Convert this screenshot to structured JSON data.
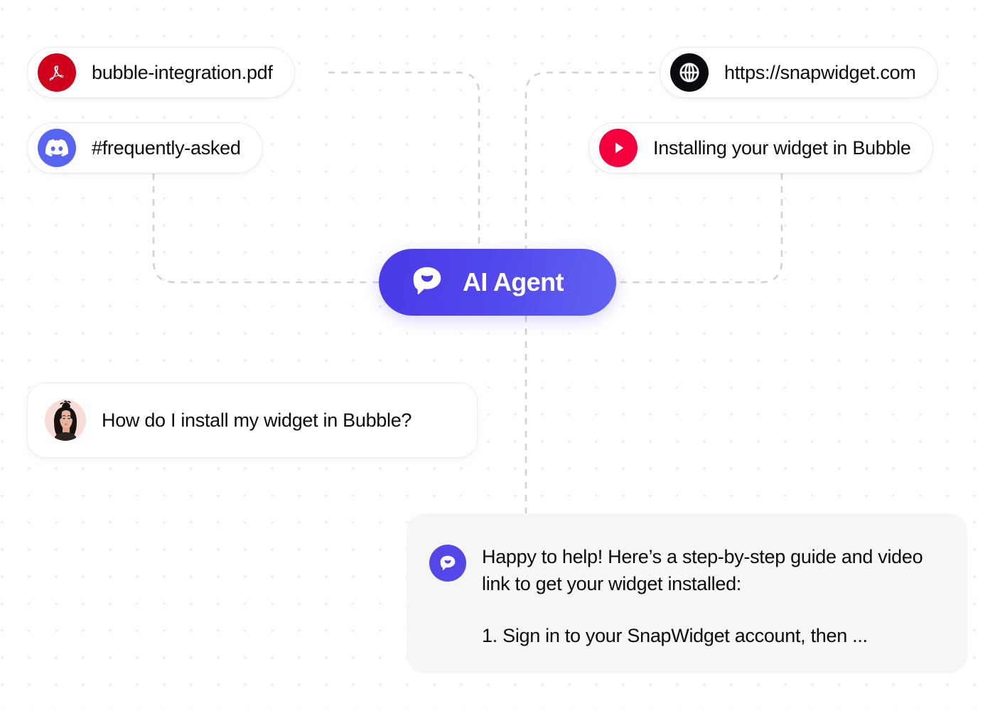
{
  "canvas": {
    "background": "#FFFFFF",
    "dot_color": "#EFEFF1",
    "connector_color": "#D3D3D6"
  },
  "sources": [
    {
      "id": "pdf",
      "label": "bubble-integration.pdf",
      "icon": "pdf-icon",
      "icon_color": "#D0021B"
    },
    {
      "id": "discord",
      "label": "#frequently-asked",
      "icon": "discord-icon",
      "icon_color": "#5865F2"
    },
    {
      "id": "url",
      "label": "https://snapwidget.com",
      "icon": "globe-icon",
      "icon_color": "#0B0B0F"
    },
    {
      "id": "video",
      "label": "Installing your widget in Bubble",
      "icon": "youtube-play-icon",
      "icon_color": "#F5003C"
    }
  ],
  "agent": {
    "label": "AI Agent",
    "icon": "chat-bubble-logo-icon",
    "gradient_start": "#4A39E6",
    "gradient_end": "#6063F2",
    "text_color": "#FFFFFF"
  },
  "conversation": {
    "user_message": {
      "text": "How do I install my widget in Bubble?",
      "avatar": "user-avatar-photo"
    },
    "agent_response": {
      "icon": "chat-bubble-logo-icon",
      "icon_color": "#5546E8",
      "paragraph": "Happy to help! Here’s a step-by-step guide and video link to get your widget installed:",
      "step": "1. Sign in to your SnapWidget account, then ...",
      "background": "#F6F6F7"
    }
  }
}
